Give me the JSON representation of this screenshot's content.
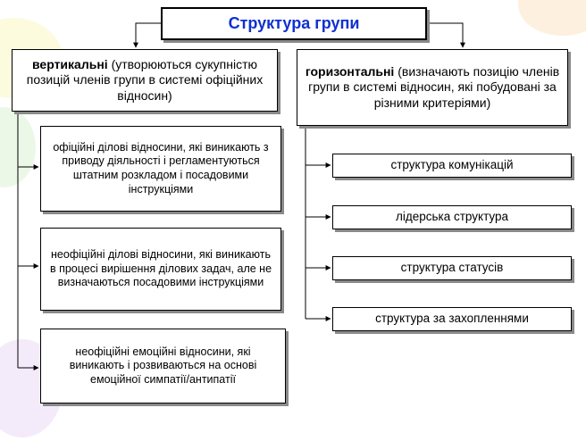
{
  "title": "Структура групи",
  "vertical": {
    "bold": "вертикальні",
    "rest": " (утворюються сукупністю позицій членів групи в системі офіційних відносин)",
    "items": [
      "офіційні ділові відносини, які виникають з приводу діяльності і регламентуються штатним розкладом і посадовими інструкціями",
      "неофіційні ділові відносини, які виникають в процесі вирішення ділових задач, але не визначаються посадовими інструкціями",
      "неофіційні емоційні відносини, які виникають і розвиваються на основі емоційної симпатії/антипатії"
    ]
  },
  "horizontal": {
    "bold": "горизонтальні",
    "rest": " (визначають позицію членів групи в системі відносин, які побудовані за різними критеріями)",
    "items": [
      "структура комунікацій",
      "лідерська структура",
      "структура статусів",
      "структура за захопленнями"
    ]
  }
}
